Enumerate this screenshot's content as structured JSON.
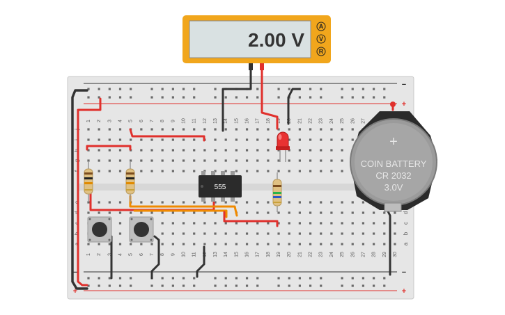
{
  "multimeter": {
    "reading": "2.00 V",
    "modes": [
      "A",
      "V",
      "R"
    ],
    "selected_mode": "V",
    "colors": {
      "frame": "#f1a61c",
      "screen": "#d9e1e2"
    }
  },
  "breadboard": {
    "columns": [
      "1",
      "2",
      "3",
      "4",
      "5",
      "6",
      "7",
      "8",
      "9",
      "10",
      "11",
      "12",
      "13",
      "14",
      "15",
      "16",
      "17",
      "18",
      "19",
      "20",
      "21",
      "22",
      "23",
      "24",
      "25",
      "26",
      "27",
      "28",
      "29",
      "30"
    ],
    "rows_top": [
      "j",
      "i",
      "h",
      "g",
      "f"
    ],
    "rows_bottom": [
      "e",
      "d",
      "c",
      "b",
      "a"
    ],
    "rail_minus": "−",
    "rail_plus": "+"
  },
  "chip": {
    "label": "555"
  },
  "battery": {
    "symbol": "+",
    "lines": [
      "COIN BATTERY",
      "CR 2032",
      "3.0V"
    ]
  },
  "components": {
    "led_color": "red",
    "resistor_count": 3,
    "pushbutton_count": 2
  },
  "wire_colors": {
    "red": "#e0302c",
    "black": "#333333",
    "orange": "#f08a00"
  }
}
